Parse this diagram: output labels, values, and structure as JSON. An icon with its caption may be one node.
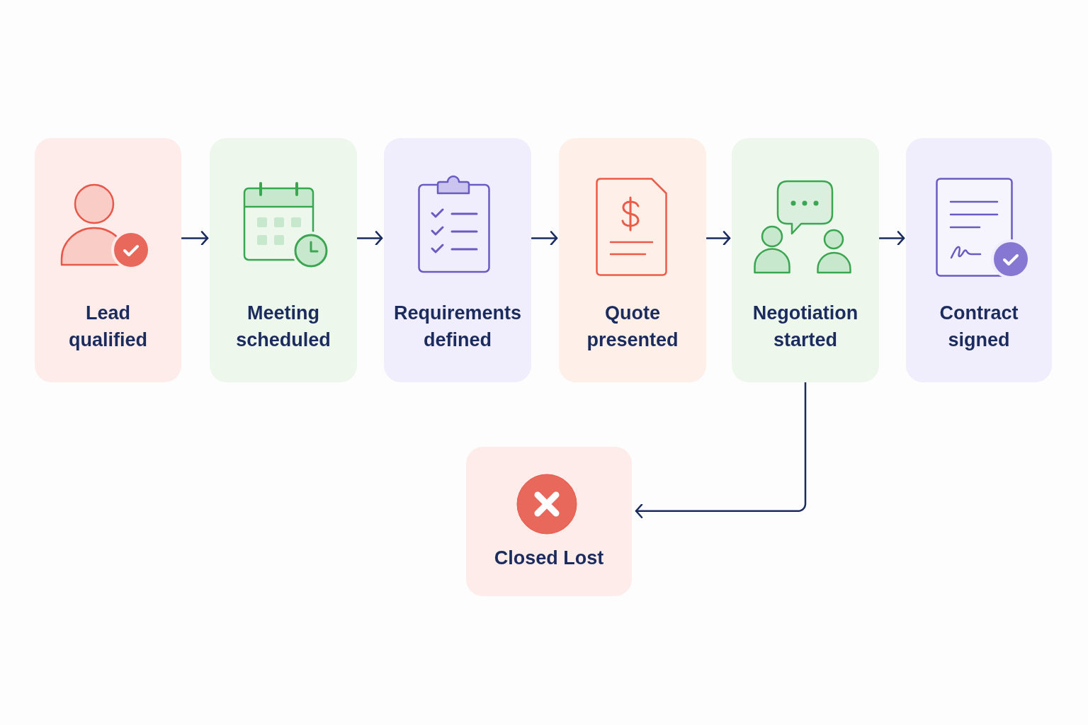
{
  "diagram": {
    "nodes": [
      {
        "text": [
          "Lead qualified"
        ]
      },
      {
        "text": [
          "Meeting scheduled"
        ]
      },
      {
        "text": [
          "Requirements defined"
        ]
      },
      {
        "text": [
          "Quote presented"
        ]
      },
      {
        "text": [
          "Negotiation started"
        ]
      },
      {
        "text": [
          "Contract signed"
        ]
      },
      {
        "text": [
          "Closed Lost"
        ]
      }
    ],
    "edges": [
      {
        "from": 0,
        "to": 1,
        "arrow": "to"
      },
      {
        "from": 1,
        "to": 2,
        "arrow": "to"
      },
      {
        "from": 2,
        "to": 3,
        "arrow": "to"
      },
      {
        "from": 3,
        "to": 4,
        "arrow": "to"
      },
      {
        "from": 4,
        "to": 5,
        "arrow": "to"
      },
      {
        "from": 4,
        "to": 6,
        "arrow": "to"
      }
    ]
  }
}
